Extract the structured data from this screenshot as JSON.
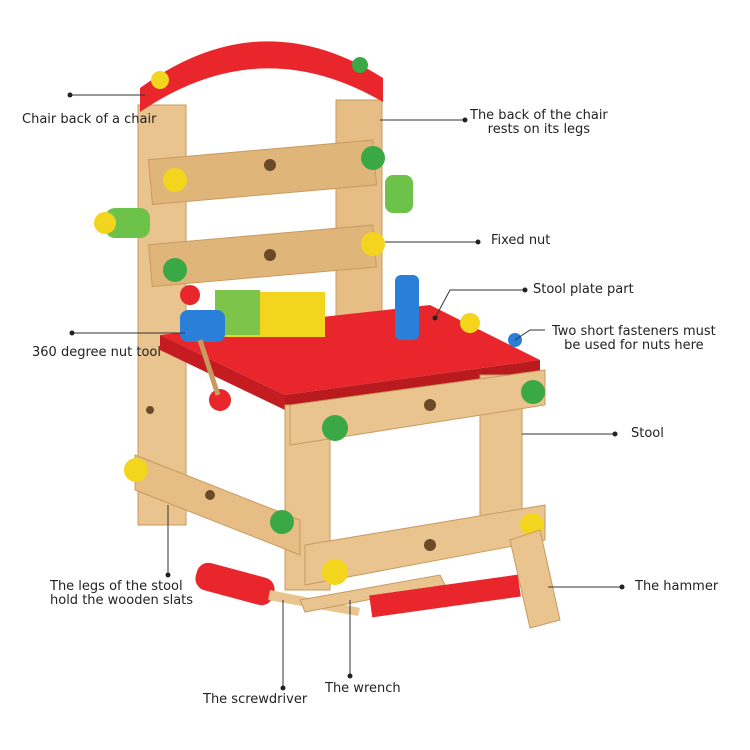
{
  "annotations": {
    "chair_back": "Chair back of a chair",
    "back_rests_line1": "The back of the chair",
    "back_rests_line2": "rests on its legs",
    "fixed_nut": "Fixed nut",
    "stool_plate": "Stool plate part",
    "fasteners_line1": "Two short fasteners must",
    "fasteners_line2": "be used for nuts here",
    "nut_tool": "360 degree nut tool",
    "stool": "Stool",
    "legs_line1": "The legs of the stool",
    "legs_line2": "hold the wooden slats",
    "hammer": "The hammer",
    "screwdriver": "The screwdriver",
    "wrench": "The wrench"
  },
  "colors": {
    "wood": "#e9c48f",
    "wood_dark": "#c99a5f",
    "red": "#e8262b",
    "yellow": "#f2d51c",
    "green": "#3aa845",
    "blue": "#2a7fd8",
    "line": "#333333"
  }
}
